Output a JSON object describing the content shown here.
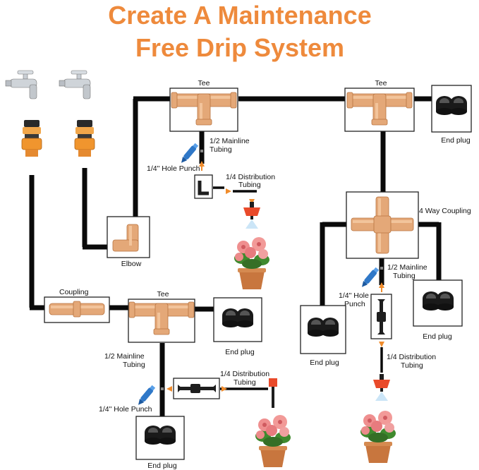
{
  "title": {
    "line1": "Create A Maintenance",
    "line2": "Free Drip System"
  },
  "labels": {
    "tee_top_left": "Tee",
    "tee_top_right": "Tee",
    "tee_bottom": "Tee",
    "end_plug_top_right": "End plug",
    "end_plug_right": "End plug",
    "end_plug_mid_left": "End plug",
    "end_plug_mid_right": "End plug",
    "end_plug_bottom": "End plug",
    "elbow": "Elbow",
    "coupling": "Coupling",
    "four_way": "4 Way Coupling",
    "mainline_top_1": "1/2 Mainline",
    "mainline_top_2": "Tubing",
    "mainline_right_1": "1/2 Mainline",
    "mainline_right_2": "Tubing",
    "mainline_bottom_1": "1/2 Mainline",
    "mainline_bottom_2": "Tubing",
    "hole_punch_top": "1/4\" Hole Punch",
    "hole_punch_right_1": "1/4\" Hole",
    "hole_punch_right_2": "Punch",
    "hole_punch_bottom": "1/4\" Hole Punch",
    "dist_top_1": "1/4 Distribution",
    "dist_top_2": "Tubing",
    "dist_bottom_1": "1/4 Distribution",
    "dist_bottom_2": "Tubing",
    "dist_right_1": "1/4 Distribution",
    "dist_right_2": "Tubing"
  },
  "colors": {
    "title": "#ee8a3c",
    "pipe": "#0a0a0a",
    "fitting": "#e4a878",
    "arrow": "#f08c2c",
    "punch": "#2f78c8",
    "dripper": "#e94a2a",
    "flower": "#ef8f8f",
    "leaf": "#3f8a2e",
    "pot": "#c8763e"
  },
  "icons": [
    "faucet-icon",
    "hose-adapter-icon",
    "tee-fitting-icon",
    "elbow-fitting-icon",
    "coupling-fitting-icon",
    "four-way-coupling-icon",
    "end-plug-icon",
    "hole-punch-icon",
    "dripper-icon",
    "flower-pot-icon"
  ]
}
